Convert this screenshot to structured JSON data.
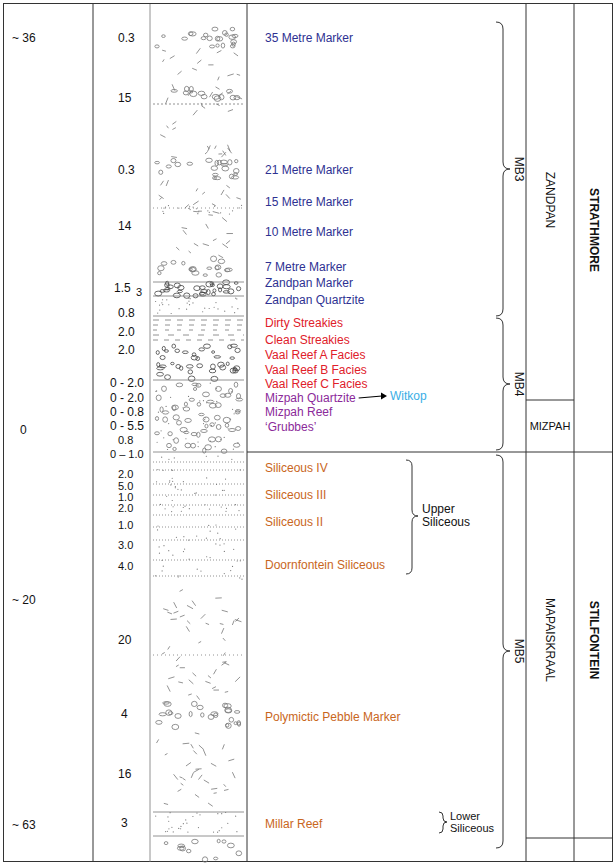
{
  "diagram": {
    "labels": [
      "~ 36",
      "0",
      "~ 20",
      "~ 63",
      "0.3",
      "15",
      "0.3",
      "14",
      "1.5",
      "3",
      "0.8",
      "2.0",
      "2.0",
      "0 - 2.0",
      "0 - 2.0",
      "0 - 0.8",
      "0 - 5.5",
      "0.8",
      "0 – 1.0",
      "2.0",
      "5.0",
      "1.0",
      "2.0",
      "1.0",
      "3.0",
      "4.0",
      "20",
      "4",
      "16",
      "3",
      "35 Metre Marker",
      "21 Metre Marker",
      "15 Metre Marker",
      "10 Metre Marker",
      "7 Metre Marker",
      "Zandpan Marker",
      "Zandpan Quartzite",
      "Dirty Streakies",
      "Clean Streakies",
      "Vaal Reef A Facies",
      "Vaal Reef B Facies",
      "Vaal Reef C Facies",
      "Mizpah Quartzite",
      "Witkop",
      "Mizpah Reef",
      "‘Grubbes’",
      "Siliceous IV",
      "Siliceous III",
      "Siliceous II",
      "Doornfontein Siliceous",
      "Upper Siliceous",
      "Polymictic Pebble Marker",
      "Millar Reef",
      "Lower Siliceous",
      "MB3",
      "MB4",
      "MB5",
      "ZANDPAN",
      "STRATHMORE",
      "MIZPAH",
      "MAPAISKRAAL",
      "STILFONTEIN"
    ]
  }
}
